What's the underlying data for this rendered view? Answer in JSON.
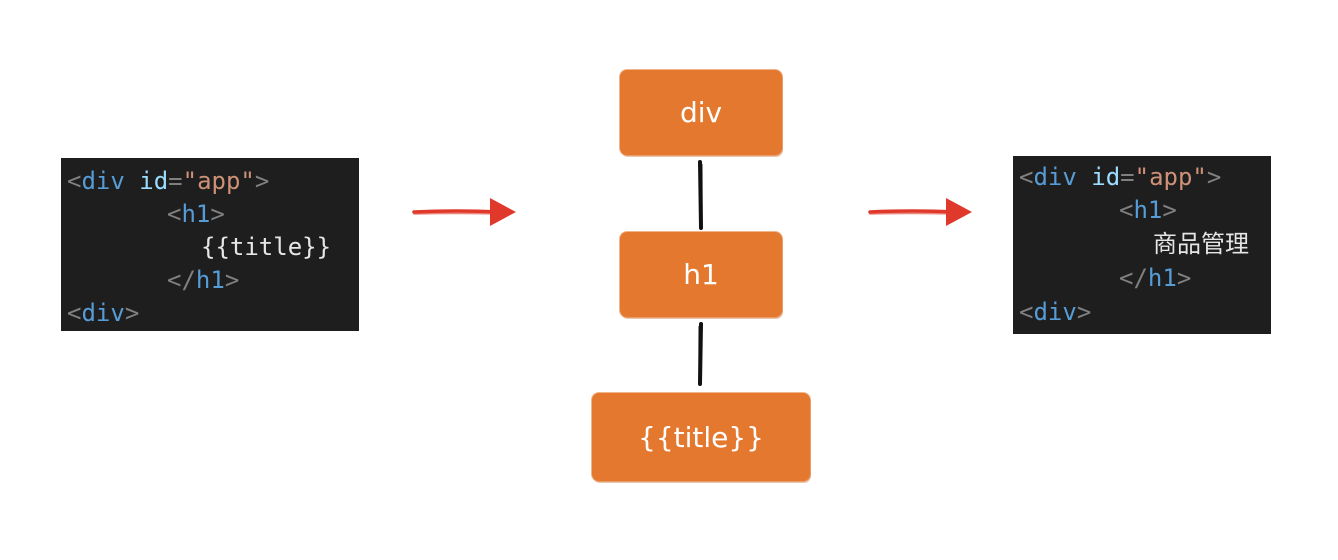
{
  "left_code": {
    "line1": {
      "open": "<",
      "tag": "div",
      "attr": "id",
      "eq": "=",
      "value": "\"app\"",
      "close": ">"
    },
    "line2": {
      "open": "<",
      "tag": "h1",
      "close": ">"
    },
    "line3": {
      "text": "{{title}}"
    },
    "line4": {
      "open": "</",
      "tag": "h1",
      "close": ">"
    },
    "line5": {
      "open": "<",
      "tag": "div",
      "close": ">"
    }
  },
  "tree": {
    "root": "div",
    "child": "h1",
    "leaf": "{{title}}"
  },
  "right_code": {
    "line1": {
      "open": "<",
      "tag": "div",
      "attr": "id",
      "eq": "=",
      "value": "\"app\"",
      "close": ">"
    },
    "line2": {
      "open": "<",
      "tag": "h1",
      "close": ">"
    },
    "line3": {
      "text": "商品管理"
    },
    "line4": {
      "open": "</",
      "tag": "h1",
      "close": ">"
    },
    "line5": {
      "open": "<",
      "tag": "div",
      "close": ">"
    }
  },
  "colors": {
    "code_background": "#1e1e1e",
    "node_fill": "#e4782f",
    "arrow": "#e0392b",
    "connector": "#111111"
  }
}
